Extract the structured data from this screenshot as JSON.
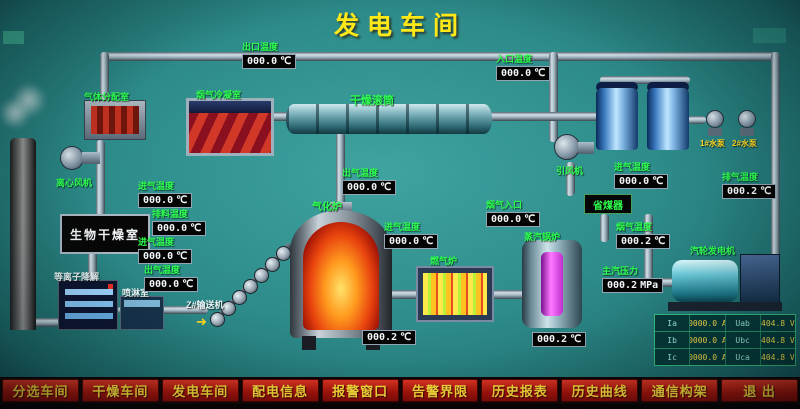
{
  "title": "发电车间",
  "colors": {
    "background": "#2e8d8b",
    "label_green": "#2dff4d",
    "title_yellow": "#ffe818",
    "menu_red": "#a81208",
    "menu_text": "#ffdf3a",
    "display_bg": "#040404"
  },
  "equipment": {
    "gas_distribution": "气体分配室",
    "condenser": "烟气冷凝室",
    "drum": "干燥滚筒",
    "centrifugal_fan": "离心风机",
    "id_fan": "引风机",
    "bio_drying": "生物干燥室",
    "plasma": "等离子降解",
    "spray": "喷淋室",
    "conveyor": "Z#输送机",
    "gasifier": "气化炉",
    "gas_furnace": "燃气炉",
    "boiler": "蒸汽锅炉",
    "economizer": "省煤器",
    "turbine": "汽轮发电机",
    "pump1": "1#水泵",
    "pump2": "2#水泵"
  },
  "displays": [
    {
      "label": "出口温度",
      "value": "000.0",
      "unit": "℃"
    },
    {
      "label": "入口温度",
      "value": "000.0",
      "unit": "℃"
    },
    {
      "label": "进气温度",
      "value": "000.0",
      "unit": "℃"
    },
    {
      "label": "排料温度",
      "value": "000.0",
      "unit": "℃"
    },
    {
      "label": "进气温度",
      "value": "000.0",
      "unit": "℃"
    },
    {
      "label": "出气温度",
      "value": "000.0",
      "unit": "℃"
    },
    {
      "label": "出气温度",
      "value": "000.0",
      "unit": "℃"
    },
    {
      "label": "进气温度",
      "value": "000.0",
      "unit": "℃"
    },
    {
      "label": "烟气入口",
      "value": "000.0",
      "unit": "℃"
    },
    {
      "label": "进气温度",
      "value": "000.0",
      "unit": "℃"
    },
    {
      "label": "烟气温度",
      "value": "000.2",
      "unit": "℃"
    },
    {
      "label": "主汽压力",
      "value": "000.2",
      "unit": "MPa"
    },
    {
      "label": "排气温度",
      "value": "000.2",
      "unit": "℃"
    },
    {
      "label": "",
      "value": "000.2",
      "unit": "℃"
    },
    {
      "label": "",
      "value": "000.2",
      "unit": "℃"
    }
  ],
  "gen_table": {
    "rows": [
      [
        "Ia",
        "0000.0 A",
        "Uab",
        "404.8 V"
      ],
      [
        "Ib",
        "0000.0 A",
        "Ubc",
        "404.8 V"
      ],
      [
        "Ic",
        "0000.0 A",
        "Uca",
        "404.8 V"
      ]
    ]
  },
  "menu": [
    "分选车间",
    "干燥车间",
    "发电车间",
    "配电信息",
    "报警窗口",
    "告警界限",
    "历史报表",
    "历史曲线",
    "通信构架",
    "退 出"
  ]
}
